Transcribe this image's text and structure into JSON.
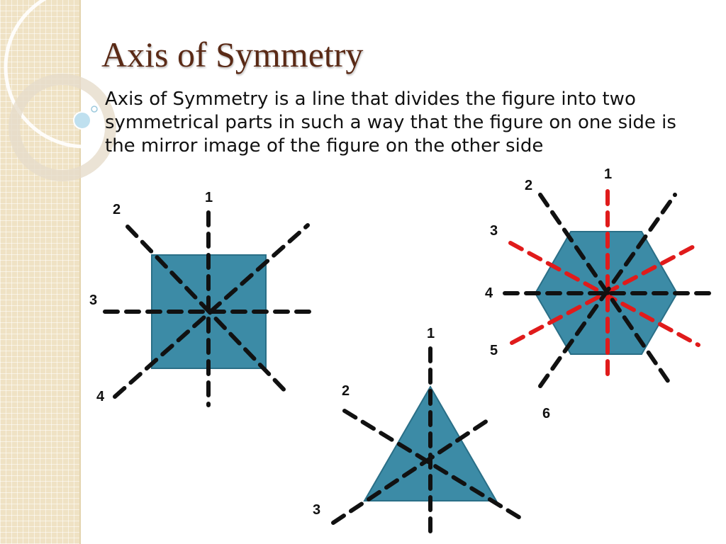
{
  "slide": {
    "title": "Axis of Symmetry",
    "definition": "Axis of Symmetry is a line that divides the figure into two symmetrical parts in such a way that the figure on one side is the mirror image of the figure on the other side"
  },
  "figures": {
    "square": {
      "shape": "square",
      "fill_color": "#3c8ba6",
      "axis_labels": [
        "1",
        "2",
        "3",
        "4"
      ]
    },
    "triangle": {
      "shape": "equilateral-triangle",
      "fill_color": "#3c8ba6",
      "axis_labels": [
        "1",
        "2",
        "3"
      ]
    },
    "hexagon": {
      "shape": "regular-hexagon",
      "fill_color": "#3c8ba6",
      "axis_labels": [
        "1",
        "2",
        "3",
        "4",
        "5",
        "6"
      ]
    }
  },
  "colors": {
    "title": "#5a2a16",
    "axis_black": "#111111",
    "axis_red": "#e01b1b",
    "side_strip": "#efe2c4"
  }
}
